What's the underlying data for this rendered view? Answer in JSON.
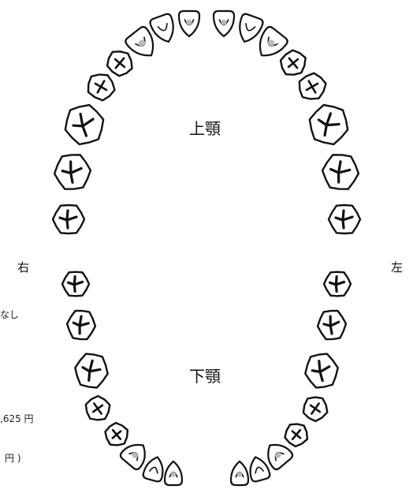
{
  "chart": {
    "upper_jaw_label": "上顎",
    "lower_jaw_label": "下顎",
    "right_label": "右",
    "left_label": "左"
  },
  "clipped_text": {
    "line1": "なし",
    "line2": ",625 円",
    "line3": "円 )"
  },
  "colors": {
    "tooth_fill": "#ffffff",
    "tooth_outline": "#111111",
    "fissure": "#111111",
    "shadow": "#b9b9b9"
  }
}
